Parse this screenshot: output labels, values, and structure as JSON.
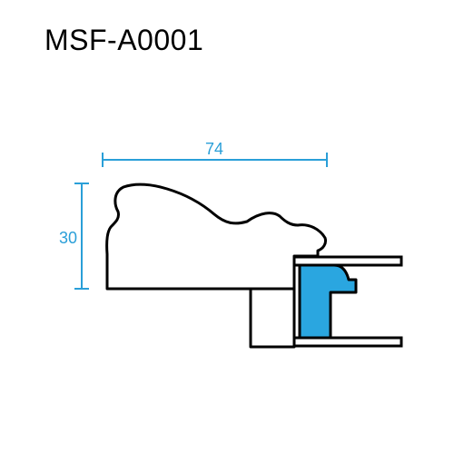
{
  "title": "MSF-A0001",
  "dimensions": {
    "width_label": "74",
    "height_label": "30"
  },
  "colors": {
    "outline": "#000000",
    "dimension": "#2a9fd8",
    "insert_fill": "#2aa6e0",
    "background": "#ffffff"
  }
}
